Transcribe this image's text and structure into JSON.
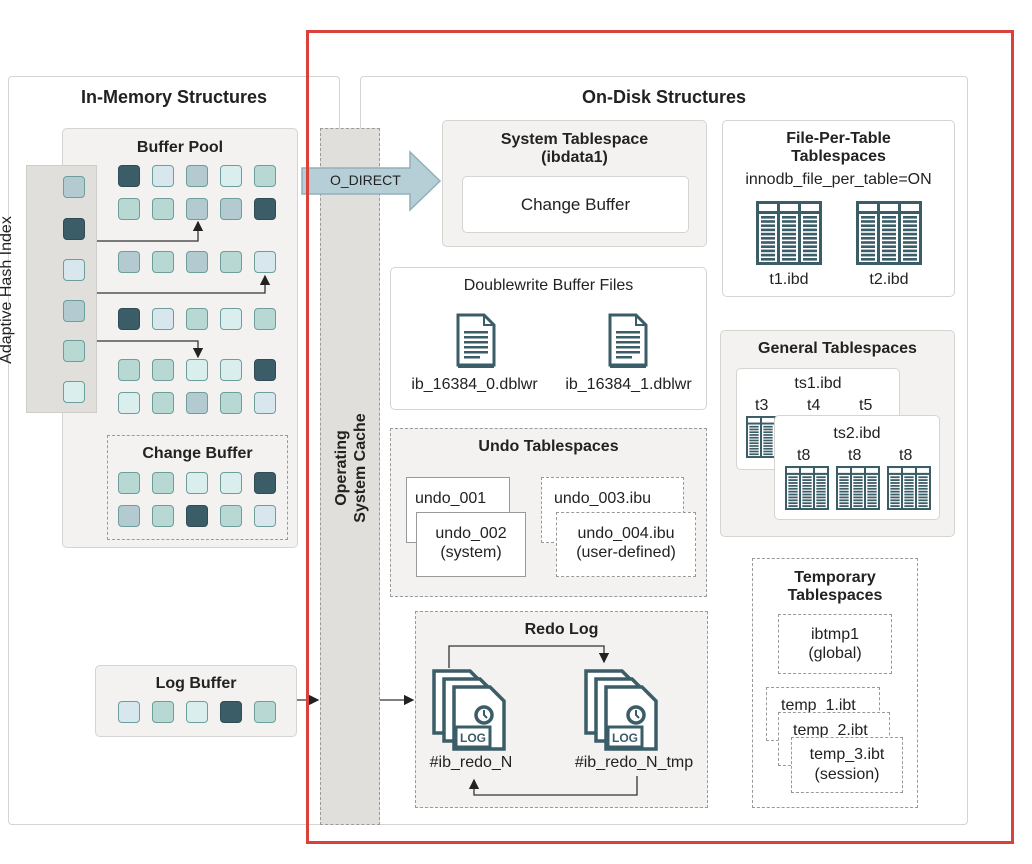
{
  "colors": {
    "accent_red": "#d9423a",
    "tile_dark": "#3b5d67",
    "tile_blue": "#d8e7ee",
    "tile_gray": "#b3cad1",
    "tile_teal": "#b7d8d3",
    "tile_pale": "#dbeeee",
    "icon": "#3b5d67",
    "o_direct_fill": "#b6cfd7"
  },
  "in_memory": {
    "title": "In-Memory Structures",
    "buffer_pool": {
      "title": "Buffer Pool",
      "rows": [
        [
          "D",
          "B",
          "G",
          "P",
          "T"
        ],
        [
          "T",
          "T",
          "G",
          "G",
          "D"
        ],
        [
          "G",
          "T",
          "G",
          "T",
          "B"
        ],
        [
          "D",
          "B",
          "T",
          "P",
          "T"
        ],
        [
          "T",
          "T",
          "P",
          "P",
          "D"
        ],
        [
          "P",
          "T",
          "G",
          "T",
          "B"
        ]
      ]
    },
    "adaptive_hash_index": {
      "title": "Adaptive Hash Index",
      "tiles": [
        "G",
        "D",
        "B",
        "G",
        "T",
        "P"
      ]
    },
    "change_buffer": {
      "title": "Change Buffer",
      "rows": [
        [
          "T",
          "T",
          "P",
          "P",
          "D"
        ],
        [
          "G",
          "T",
          "D",
          "T",
          "B"
        ]
      ]
    },
    "log_buffer": {
      "title": "Log Buffer",
      "tiles": [
        "B",
        "T",
        "P",
        "D",
        "T"
      ]
    }
  },
  "os_cache": {
    "title_line1": "Operating",
    "title_line2": "System Cache"
  },
  "o_direct": {
    "label": "O_DIRECT"
  },
  "on_disk": {
    "title": "On-Disk Structures",
    "system_tablespace": {
      "title_line1": "System Tablespace",
      "title_line2": "(ibdata1)",
      "change_buffer": "Change Buffer"
    },
    "file_per_table": {
      "title_line1": "File-Per-Table",
      "title_line2": "Tablespaces",
      "setting": "innodb_file_per_table=ON",
      "files": [
        "t1.ibd",
        "t2.ibd"
      ]
    },
    "doublewrite": {
      "title": "Doublewrite Buffer Files",
      "files": [
        "ib_16384_0.dblwr",
        "ib_16384_1.dblwr"
      ]
    },
    "general": {
      "title": "General Tablespaces",
      "ts1": {
        "name": "ts1.ibd",
        "tables": [
          "t3",
          "t4",
          "t5"
        ]
      },
      "ts2": {
        "name": "ts2.ibd",
        "tables": [
          "t8",
          "t8",
          "t8"
        ]
      }
    },
    "undo": {
      "title": "Undo Tablespaces",
      "undo_001": "undo_001",
      "undo_002": [
        "undo_002",
        "(system)"
      ],
      "undo_003": "undo_003.ibu",
      "undo_004": [
        "undo_004.ibu",
        "(user-defined)"
      ]
    },
    "redo": {
      "title": "Redo Log",
      "badge": "LOG",
      "files": [
        "#ib_redo_N",
        "#ib_redo_N_tmp"
      ]
    },
    "temporary": {
      "title_line1": "Temporary",
      "title_line2": "Tablespaces",
      "ibtmp1": [
        "ibtmp1",
        "(global)"
      ],
      "temp_1": "temp_1.ibt",
      "temp_2": "temp_2.ibt",
      "temp_3": [
        "temp_3.ibt",
        "(session)"
      ]
    }
  }
}
